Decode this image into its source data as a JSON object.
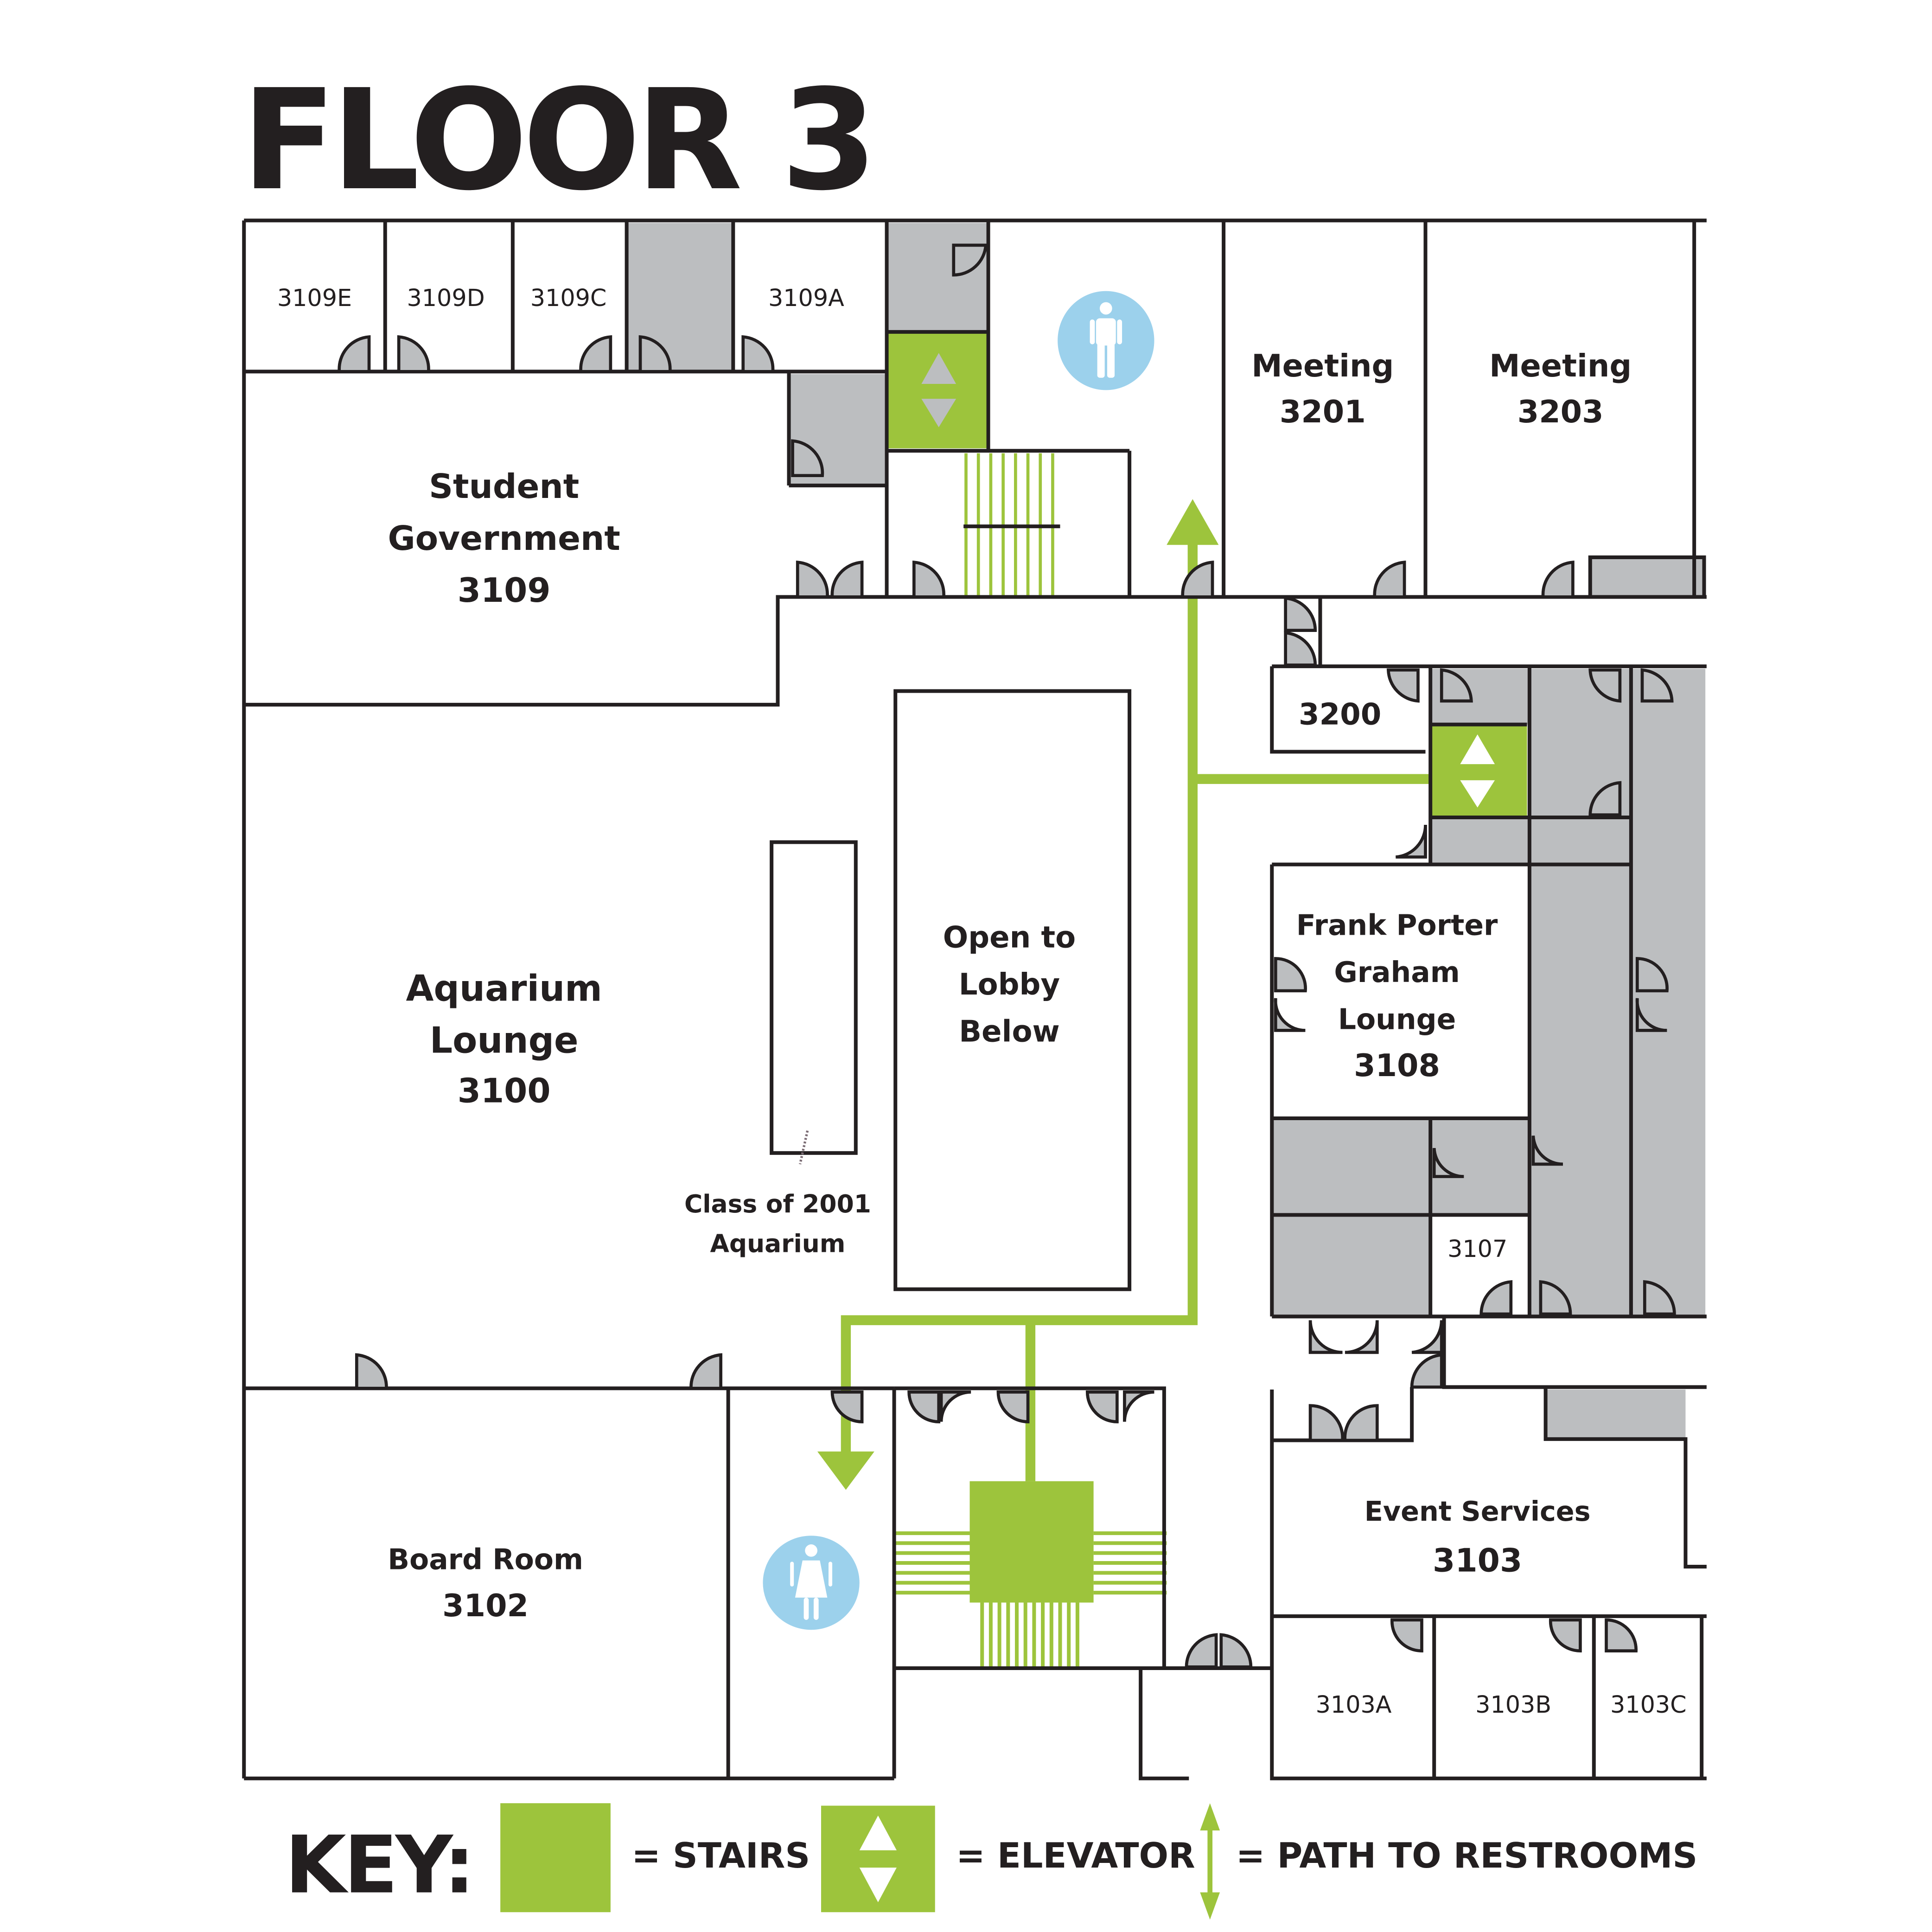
{
  "title": "FLOOR 3",
  "colors": {
    "wall": "#231f20",
    "service_area": "#bcbec0",
    "accent_green": "#9dc43c",
    "restroom_blue": "#9cd1ec"
  },
  "rooms": {
    "r3109e": "3109E",
    "r3109d": "3109D",
    "r3109c": "3109C",
    "r3109a": "3109A",
    "student_gov": {
      "line1": "Student",
      "line2": "Government",
      "number": "3109"
    },
    "meeting_3201": {
      "name": "Meeting",
      "number": "3201"
    },
    "meeting_3203": {
      "name": "Meeting",
      "number": "3203"
    },
    "r3200": "3200",
    "aquarium_lounge": {
      "line1": "Aquarium",
      "line2": "Lounge",
      "number": "3100"
    },
    "aquarium_feature": {
      "line1": "Class of 2001",
      "line2": "Aquarium"
    },
    "open_to_lobby": {
      "line1": "Open to",
      "line2": "Lobby",
      "line3": "Below"
    },
    "fpg_lounge": {
      "line1": "Frank Porter",
      "line2": "Graham",
      "line3": "Lounge",
      "number": "3108"
    },
    "r3107": "3107",
    "board_room": {
      "name": "Board Room",
      "number": "3102"
    },
    "event_services": {
      "name": "Event Services",
      "number": "3103"
    },
    "r3103a": "3103A",
    "r3103b": "3103B",
    "r3103c": "3103C"
  },
  "icons": {
    "mens_restroom": "mens-restroom-icon",
    "womens_restroom": "womens-restroom-icon",
    "elevator": "elevator-icon",
    "stairs": "stairs-icon"
  },
  "key": {
    "label": "KEY:",
    "stairs": "= STAIRS",
    "elevator": "= ELEVATOR",
    "path": "= PATH TO RESTROOMS"
  }
}
